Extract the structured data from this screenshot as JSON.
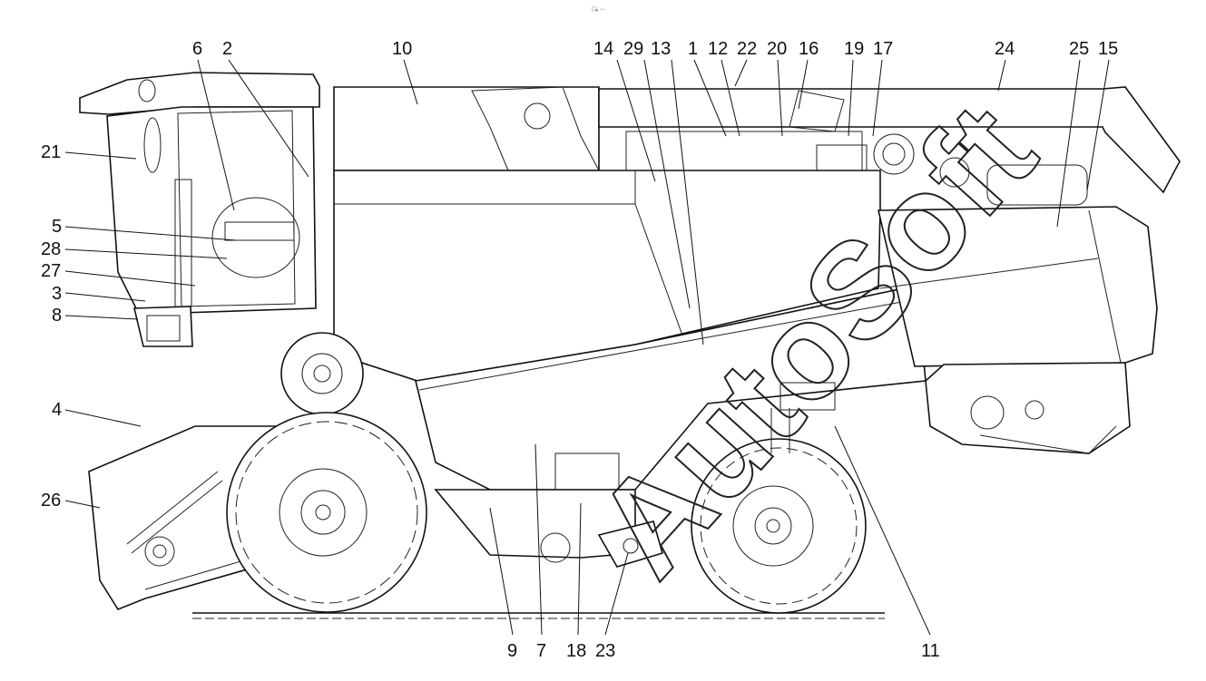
{
  "header_mark": "□₈ ∙∙∙",
  "watermark": "AutoSoft",
  "callouts": {
    "c6": "6",
    "c2": "2",
    "c10": "10",
    "c14": "14",
    "c29": "29",
    "c13": "13",
    "c1": "1",
    "c12": "12",
    "c22": "22",
    "c20": "20",
    "c16": "16",
    "c19": "19",
    "c17": "17",
    "c24": "24",
    "c25": "25",
    "c15": "15",
    "c21": "21",
    "c5": "5",
    "c28": "28",
    "c27": "27",
    "c3": "3",
    "c8": "8",
    "c4": "4",
    "c26": "26",
    "c9": "9",
    "c7": "7",
    "c18": "18",
    "c23": "23",
    "c11": "11"
  }
}
